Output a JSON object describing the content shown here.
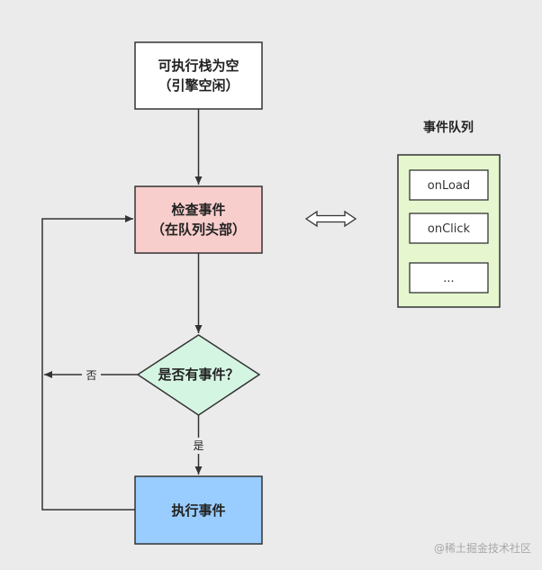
{
  "flow": {
    "start": {
      "line1": "可执行栈为空",
      "line2": "（引擎空闲）"
    },
    "check": {
      "line1": "检查事件",
      "line2": "（在队列头部）"
    },
    "decision": {
      "label": "是否有事件？"
    },
    "execute": {
      "label": "执行事件"
    },
    "edge_no": "否",
    "edge_yes": "是"
  },
  "queue": {
    "title": "事件队列",
    "items": [
      "onLoad",
      "onClick",
      "..."
    ]
  },
  "watermark": "@稀土掘金技术社区",
  "colors": {
    "start_fill": "#ffffff",
    "check_fill": "#f8cecc",
    "decision_fill": "#d5f5e3",
    "execute_fill": "#99ccff",
    "queue_fill": "#e6f7cf",
    "stroke": "#333333"
  }
}
